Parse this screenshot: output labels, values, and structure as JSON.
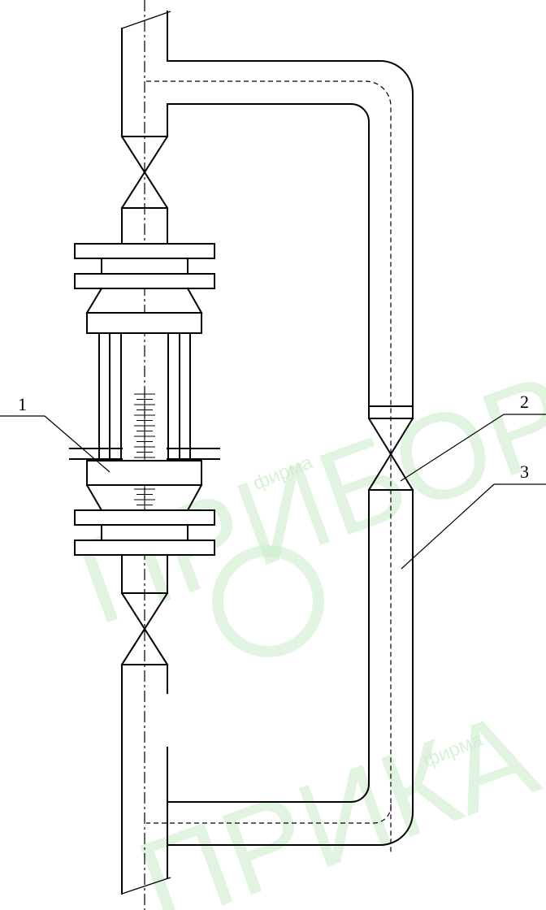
{
  "labels": {
    "part_1": "1",
    "part_2": "2",
    "part_3": "3"
  },
  "watermark": {
    "brand_upper": "ПРИБОР",
    "brand_lower": "ПРИКА",
    "word": "фирма",
    "color": "#c8ecc8"
  },
  "colors": {
    "line": "#000000",
    "background": "#ffffff"
  }
}
